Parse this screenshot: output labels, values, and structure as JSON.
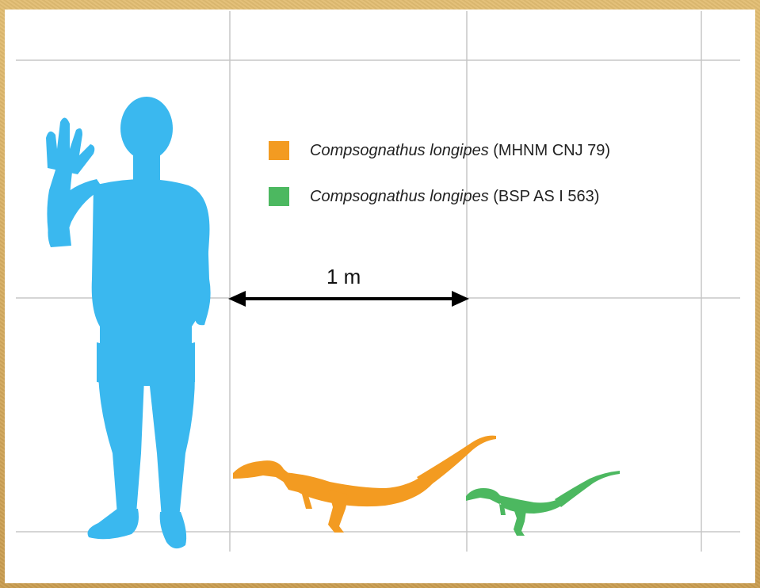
{
  "legend": [
    {
      "species": "Compsognathus longipes",
      "specimen": "(MHNM CNJ 79)",
      "color": "#f39b21"
    },
    {
      "species": "Compsognathus longipes",
      "specimen": "(BSP AS I 563)",
      "color": "#4cb860"
    }
  ],
  "scale_bar": {
    "label": "1 m"
  },
  "colors": {
    "human": "#3ab8ef",
    "grid": "#c7c7c7",
    "background": "#ffffff",
    "frame": "#d9b26a"
  }
}
